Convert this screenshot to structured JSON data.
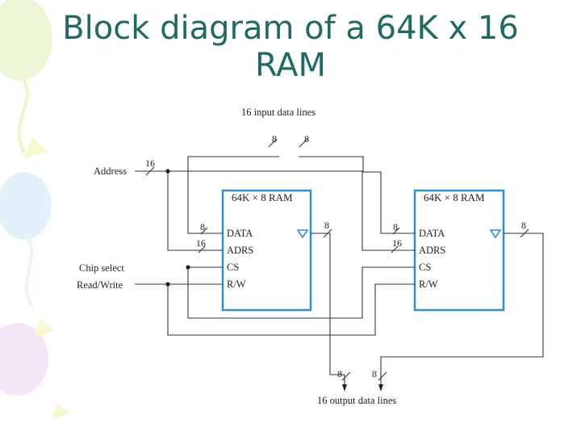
{
  "title": {
    "line1": "Block diagram of a 64K x 16",
    "line2": "RAM"
  },
  "labels": {
    "input_lines": "16 input data lines",
    "output_lines": "16 output data lines",
    "address": "Address",
    "chip_select": "Chip select",
    "read_write": "Read/Write"
  },
  "chips": [
    {
      "title": "64K × 8 RAM",
      "pins": [
        "DATA",
        "ADRS",
        "CS",
        "R/W"
      ]
    },
    {
      "title": "64K × 8 RAM",
      "pins": [
        "DATA",
        "ADRS",
        "CS",
        "R/W"
      ]
    }
  ],
  "bus_widths": {
    "input_a": "8",
    "input_b": "8",
    "address": "16",
    "chip1_data_in": "8",
    "chip1_adrs": "16",
    "chip1_data_out": "8",
    "chip2_data_in": "8",
    "chip2_adrs": "16",
    "chip2_data_out": "8",
    "output_a": "8",
    "output_b": "8"
  },
  "colors": {
    "title": "#1f6b63",
    "chip_border": "#2f8fd0",
    "wire": "#333333"
  }
}
